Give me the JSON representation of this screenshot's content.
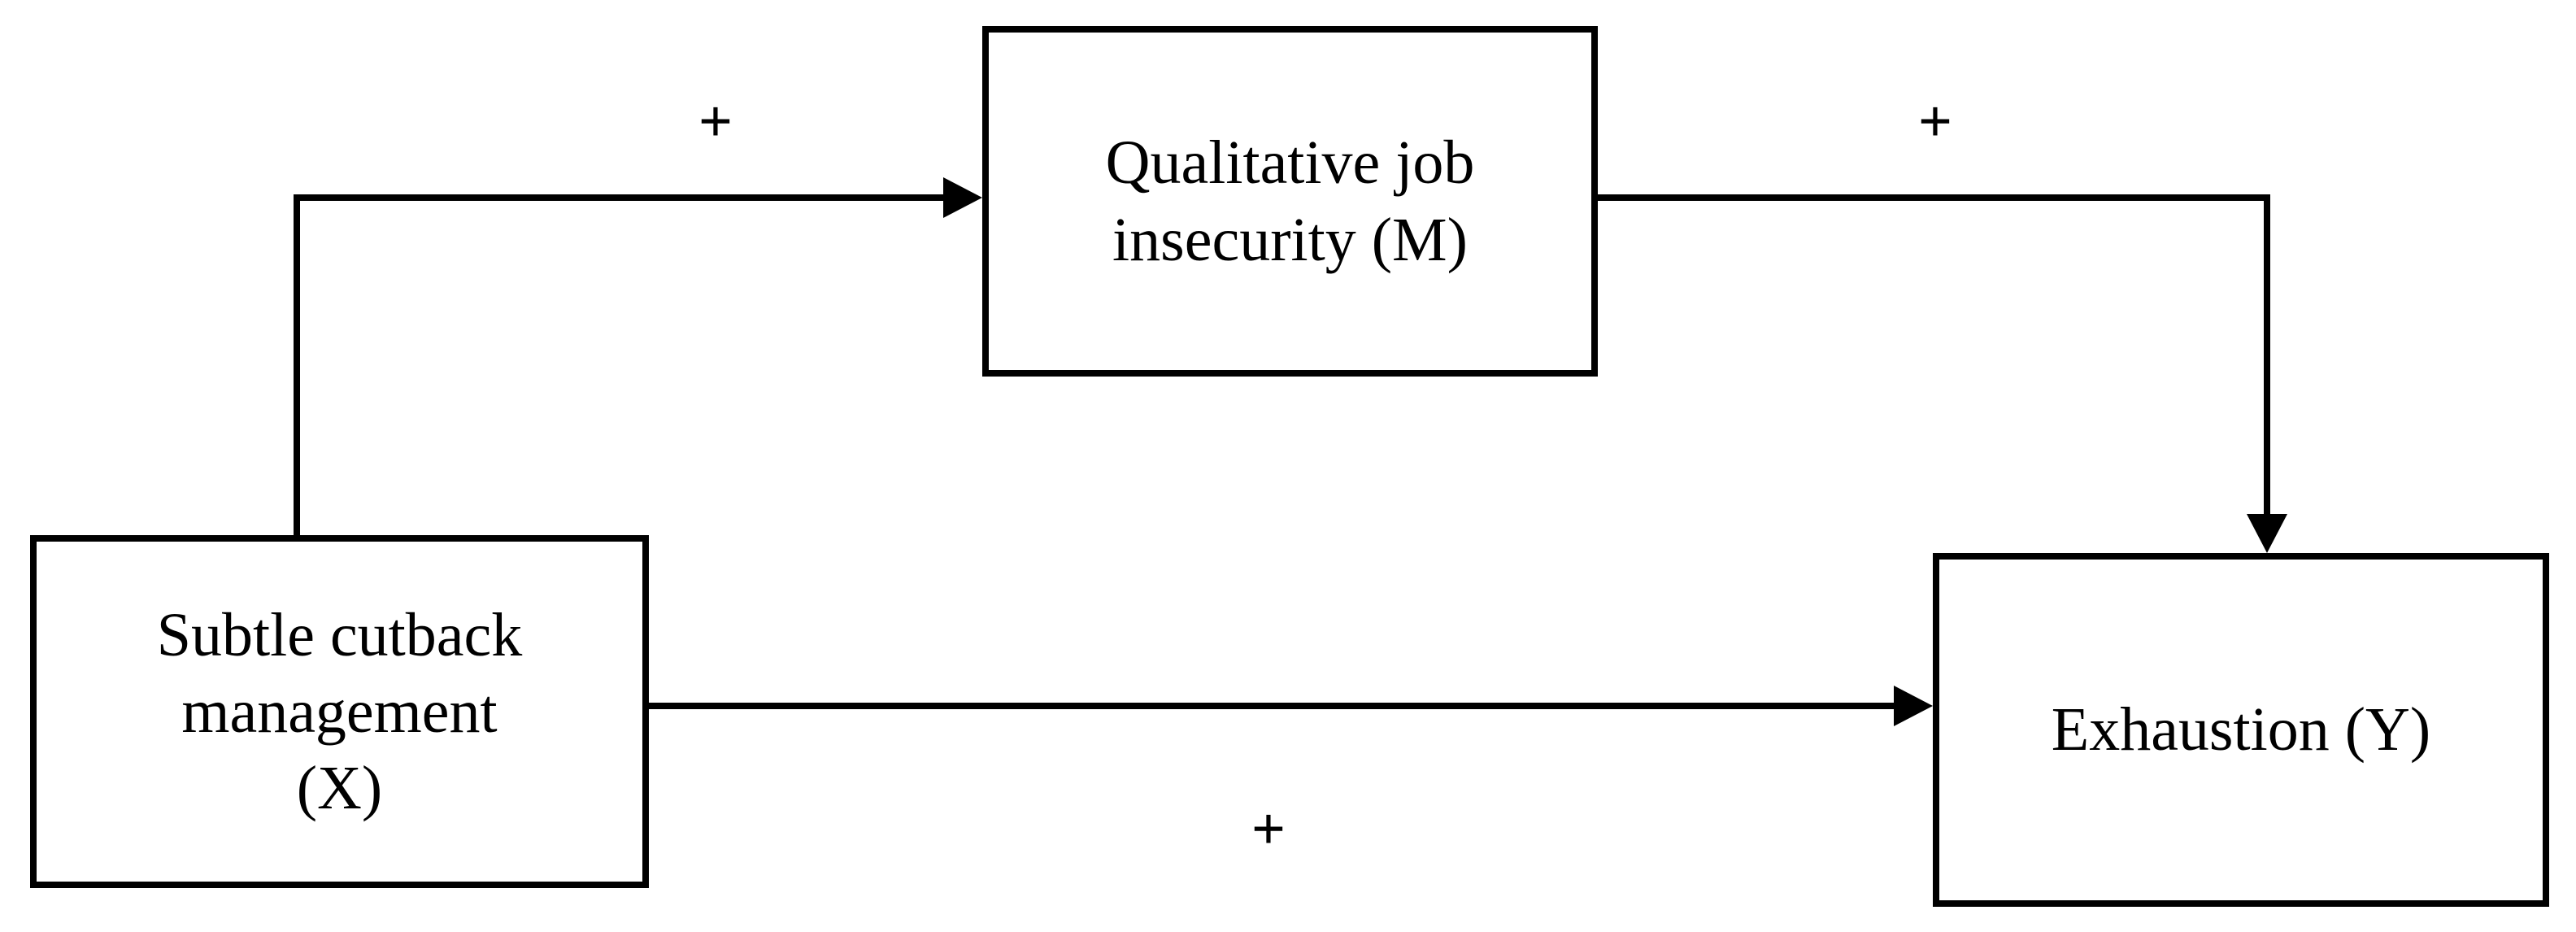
{
  "diagram": {
    "type": "mediation-model",
    "background_color": "#ffffff",
    "stroke_color": "#000000",
    "nodes": [
      {
        "id": "x",
        "role": "predictor",
        "label": "Subtle cutback\nmanagement\n(X)",
        "symbol": "X"
      },
      {
        "id": "m",
        "role": "mediator",
        "label": "Qualitative job\ninsecurity (M)",
        "symbol": "M"
      },
      {
        "id": "y",
        "role": "outcome",
        "label": "Exhaustion (Y)",
        "symbol": "Y"
      }
    ],
    "paths": [
      {
        "id": "a-path",
        "from": "x",
        "to": "m",
        "sign": "+",
        "label_position": "above-left"
      },
      {
        "id": "b-path",
        "from": "m",
        "to": "y",
        "sign": "+",
        "label_position": "above-right"
      },
      {
        "id": "c-path",
        "from": "x",
        "to": "y",
        "sign": "+",
        "label_position": "below-center"
      }
    ]
  }
}
